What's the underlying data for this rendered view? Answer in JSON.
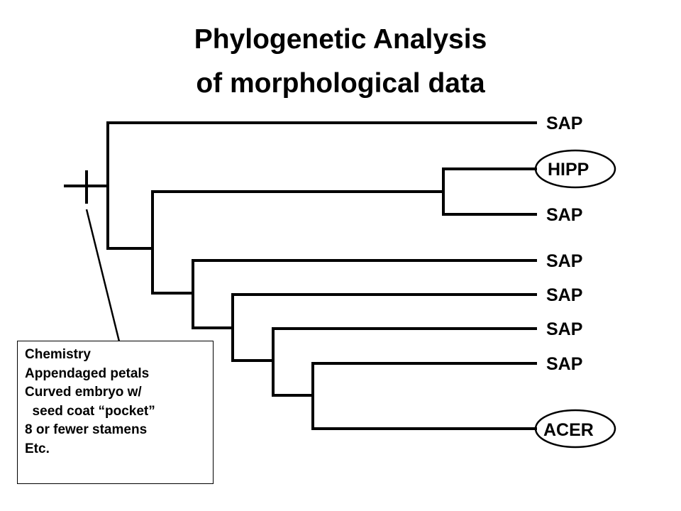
{
  "title": {
    "line1": "Phylogenetic Analysis",
    "line2": "of morphological data"
  },
  "taxa": [
    {
      "label": "SAP",
      "circled": false
    },
    {
      "label": "HIPP",
      "circled": true
    },
    {
      "label": "SAP",
      "circled": false
    },
    {
      "label": "SAP",
      "circled": false
    },
    {
      "label": "SAP",
      "circled": false
    },
    {
      "label": "SAP",
      "circled": false
    },
    {
      "label": "SAP",
      "circled": false
    },
    {
      "label": "ACER",
      "circled": true
    }
  ],
  "characters": {
    "items": [
      "Chemistry",
      "Appendaged petals",
      "Curved embryo w/",
      "  seed coat “pocket”",
      "8 or fewer stamens",
      "Etc."
    ]
  }
}
